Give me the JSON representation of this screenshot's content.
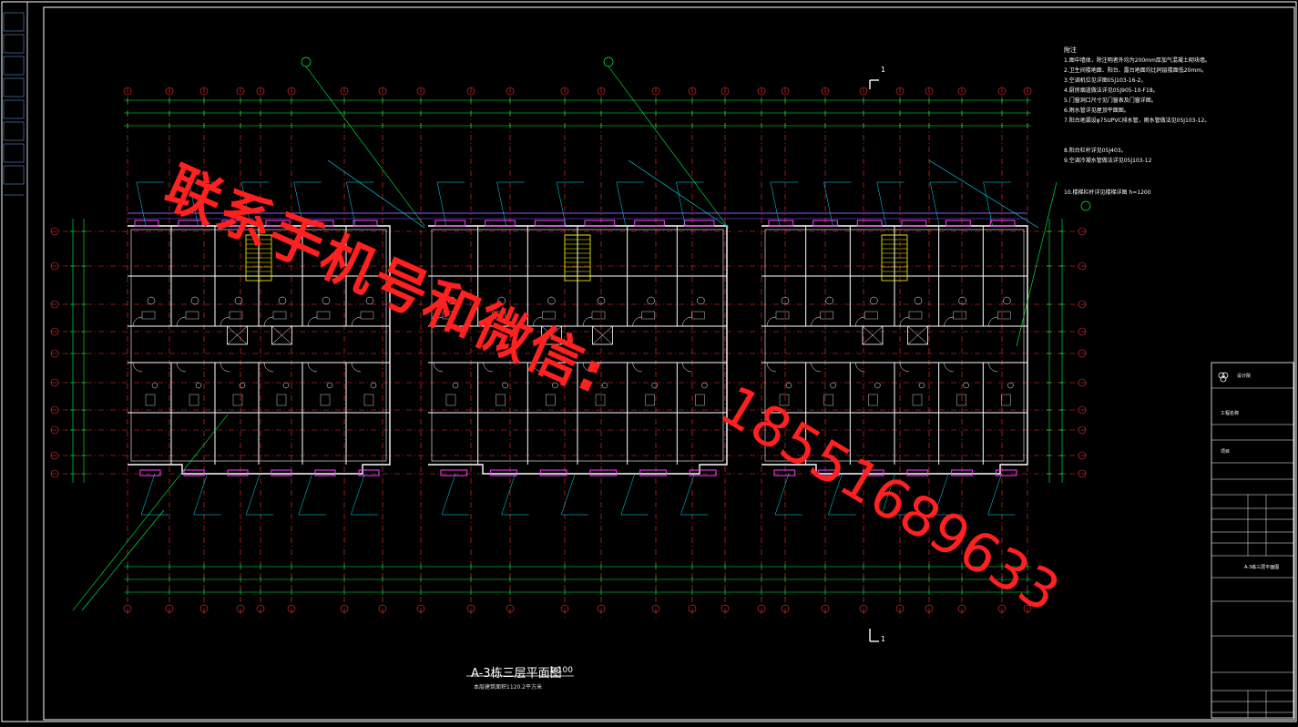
{
  "drawing": {
    "title": "A-3栋三层平面图",
    "scale": "1:100",
    "subtitle": "本层建筑面积1120.2平方米",
    "section_marks": [
      "1",
      "1"
    ]
  },
  "watermark": {
    "contact_text": "联系手机号和微信:",
    "phone": "18551689633"
  },
  "notes": {
    "heading": "附注",
    "items": [
      "1.图中墙体，除注明者外均为200mm厚加气混凝土砌块墙。",
      "2.卫生间楼地面、阳台、露台地面均比同层楼面低20mm。",
      "3.空调机位见详图05J103-16-2。",
      "4.厨房烟道做法详见05J905-10-F18。",
      "5.门窗洞口尺寸见门窗表及门窗详图。",
      "6.雨水管详见屋顶平面图。",
      "7.阳台地漏设φ75UPVC排水管，雨水管做法见05J103-12。",
      "8.阳台栏杆详见05J403。",
      "9.空调冷凝水管做法详见05J103-12",
      "10.楼梯栏杆详见楼梯详图 h=1200"
    ]
  },
  "title_block": {
    "logo_icon": "design-institute-logo",
    "rows": [
      "设计院",
      "工程名称",
      "项目",
      "",
      "",
      "",
      "",
      "",
      "A-3栋三层平面图"
    ]
  },
  "colors": {
    "background": "#000000",
    "wall": "#ffffff",
    "grid_axis": "#ff3030",
    "dimension": "#00ff40",
    "annotation": "#00e5ff",
    "window": "#ff40ff",
    "furniture": "#ffffff",
    "stair": "#ffff00",
    "watermark": "#ff2020"
  }
}
